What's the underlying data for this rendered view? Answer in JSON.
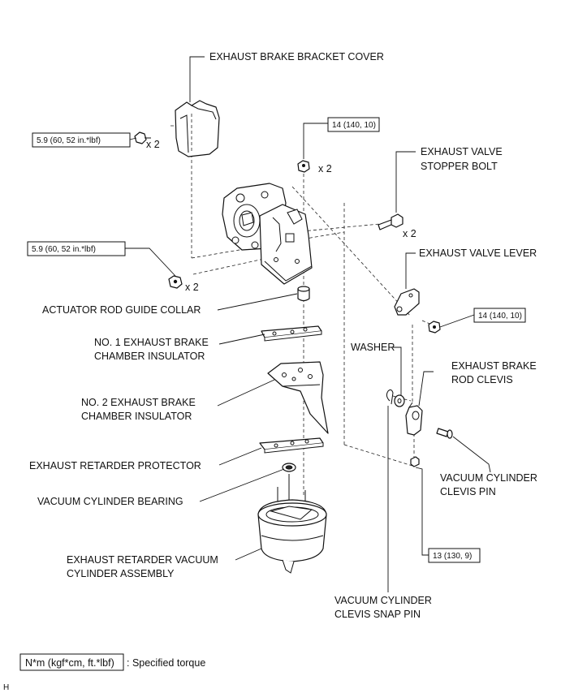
{
  "labels": {
    "bracket_cover": "EXHAUST BRAKE BRACKET COVER",
    "valve_stopper_bolt_1": "EXHAUST VALVE",
    "valve_stopper_bolt_2": "STOPPER BOLT",
    "valve_lever": "EXHAUST VALVE LEVER",
    "rod_guide_collar": "ACTUATOR ROD GUIDE COLLAR",
    "no1_insulator_1": "NO. 1 EXHAUST BRAKE",
    "no1_insulator_2": "CHAMBER INSULATOR",
    "washer": "WASHER",
    "rod_clevis_1": "EXHAUST BRAKE",
    "rod_clevis_2": "ROD CLEVIS",
    "no2_insulator_1": "NO. 2 EXHAUST BRAKE",
    "no2_insulator_2": "CHAMBER INSULATOR",
    "retarder_protector": "EXHAUST RETARDER PROTECTOR",
    "cylinder_bearing": "VACUUM CYLINDER BEARING",
    "clevis_pin_1": "VACUUM CYLINDER",
    "clevis_pin_2": "CLEVIS PIN",
    "cylinder_assembly_1": "EXHAUST RETARDER VACUUM",
    "cylinder_assembly_2": "CYLINDER ASSEMBLY",
    "snap_pin_1": "VACUUM CYLINDER",
    "snap_pin_2": "CLEVIS SNAP PIN"
  },
  "torques": {
    "cover_bolt": "5.9 (60, 52 in.*lbf)",
    "top_nut": "14 (140, 10)",
    "bracket_nut": "5.9 (60, 52 in.*lbf)",
    "lever_nut": "14 (140, 10)",
    "clevis_nut": "13 (130, 9)"
  },
  "quantities": {
    "cover_bolt": "x 2",
    "top_nut": "x 2",
    "stopper_bolt": "x 2",
    "bracket_nut": "x 2"
  },
  "legend": {
    "box": "N*m (kgf*cm, ft.*lbf)",
    "text": ": Specified torque"
  },
  "corner_code": "H"
}
